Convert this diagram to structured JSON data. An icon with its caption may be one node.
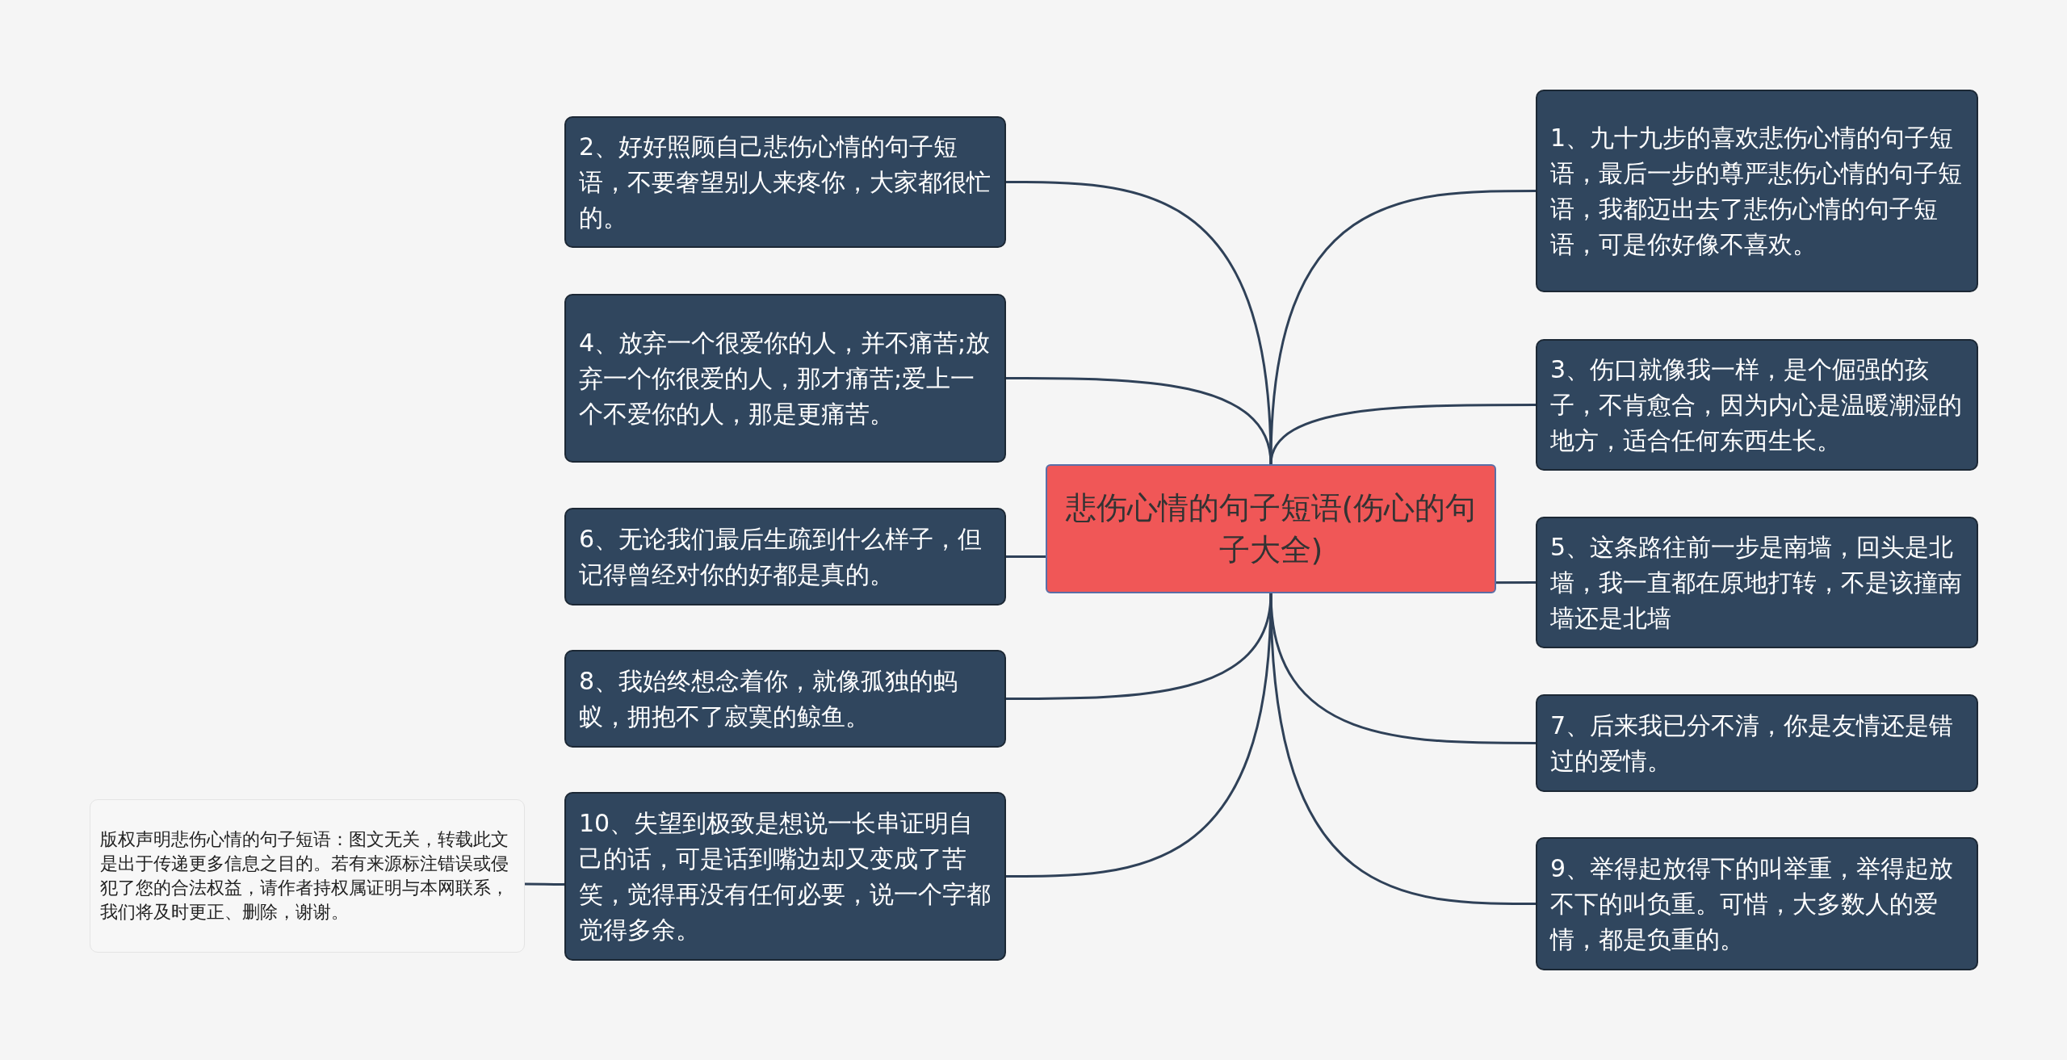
{
  "diagram": {
    "nodes": [
      {
        "text": [
          "悲伤心情的句子短语(伤心的句子大全)"
        ]
      },
      {
        "text": [
          "1、九十九步的喜欢悲伤心情的句子短语，最后一步的尊严悲伤心情的句子短语，我都迈出去了悲伤心情的句子短语，可是你好像不喜欢。"
        ]
      },
      {
        "text": [
          "2、好好照顾自己悲伤心情的句子短语，不要奢望别人来疼你，大家都很忙的。"
        ]
      },
      {
        "text": [
          "3、伤口就像我一样，是个倔强的孩子，不肯愈合，因为内心是温暖潮湿的地方，适合任何东西生长。"
        ]
      },
      {
        "text": [
          "4、放弃一个很爱你的人，并不痛苦;放弃一个你很爱的人，那才痛苦;爱上一个不爱你的人，那是更痛苦。"
        ]
      },
      {
        "text": [
          "5、这条路往前一步是南墙，回头是北墙，我一直都在原地打转，不是该撞南墙还是北墙"
        ]
      },
      {
        "text": [
          "6、无论我们最后生疏到什么样子，但记得曾经对你的好都是真的。"
        ]
      },
      {
        "text": [
          "7、后来我已分不清，你是友情还是错过的爱情。"
        ]
      },
      {
        "text": [
          "8、我始终想念着你，就像孤独的蚂蚁，拥抱不了寂寞的鲸鱼。"
        ]
      },
      {
        "text": [
          "9、举得起放得下的叫举重，举得起放不下的叫负重。可惜，大多数人的爱情，都是负重的。"
        ]
      },
      {
        "text": [
          "10、失望到极致是想说一长串证明自己的话，可是话到嘴边却又变成了苦笑，觉得再没有任何必要，说一个字都觉得多余。"
        ]
      },
      {
        "text": [
          "版权声明悲伤心情的句子短语：图文无关，转载此文是出于传递更多信息之目的。若有来源标注错误或侵犯了您的合法权益，请作者持权属证明与本网联系，我们将及时更正、删除，谢谢。"
        ]
      }
    ],
    "edges": [
      {
        "from": 0,
        "to": 1,
        "arrow": "none"
      },
      {
        "from": 0,
        "to": 2,
        "arrow": "none"
      },
      {
        "from": 0,
        "to": 3,
        "arrow": "none"
      },
      {
        "from": 0,
        "to": 4,
        "arrow": "none"
      },
      {
        "from": 0,
        "to": 5,
        "arrow": "none"
      },
      {
        "from": 0,
        "to": 6,
        "arrow": "none"
      },
      {
        "from": 0,
        "to": 7,
        "arrow": "none"
      },
      {
        "from": 0,
        "to": 8,
        "arrow": "none"
      },
      {
        "from": 0,
        "to": 9,
        "arrow": "none"
      },
      {
        "from": 0,
        "to": 10,
        "arrow": "none"
      },
      {
        "from": 10,
        "to": 11,
        "arrow": "none"
      }
    ]
  }
}
